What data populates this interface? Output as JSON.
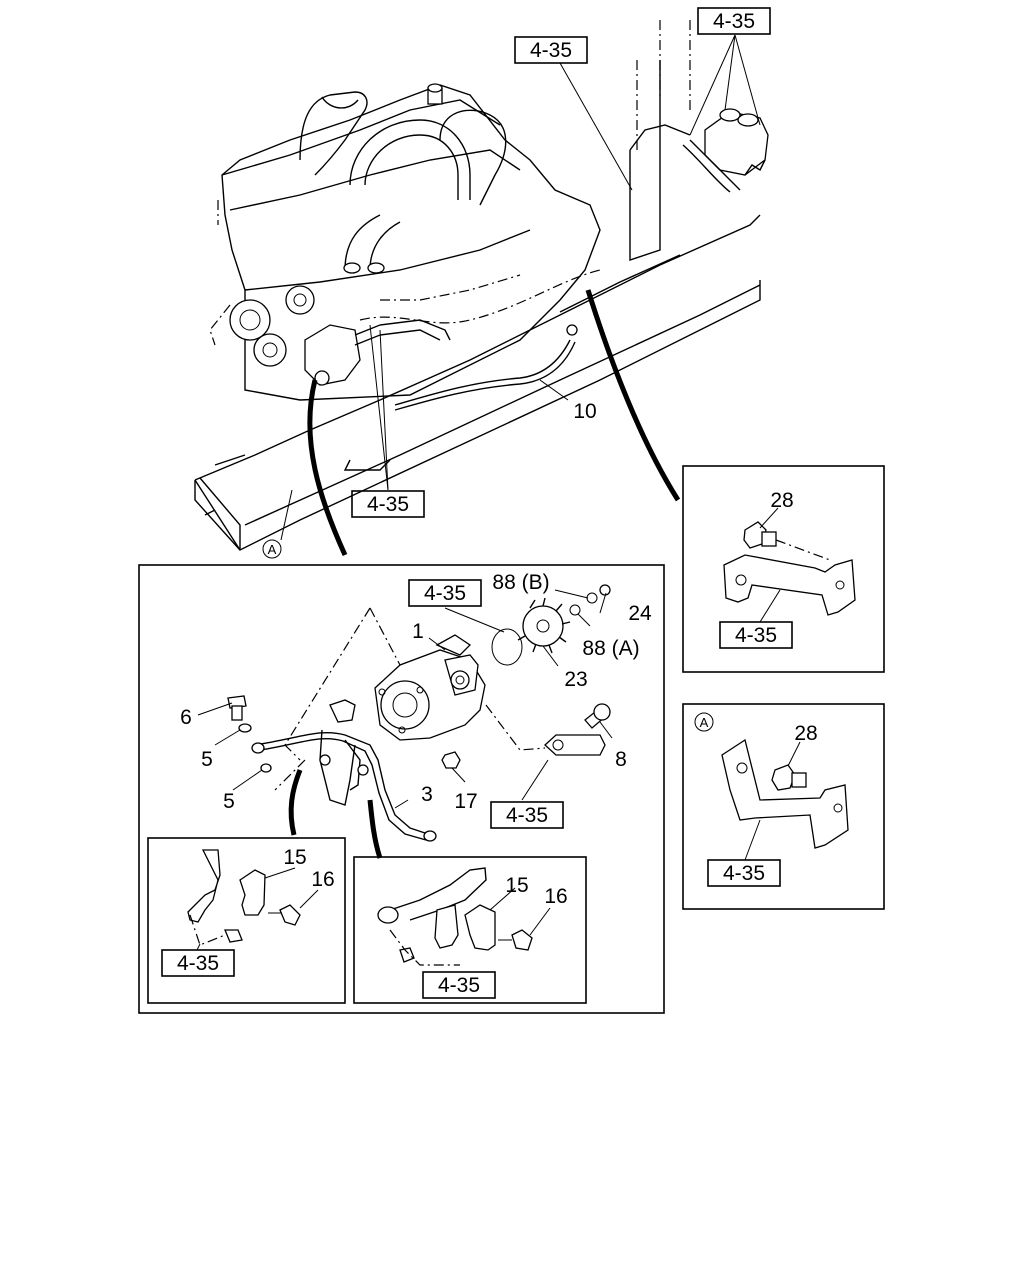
{
  "references": {
    "top_right": "4-35",
    "top_center": "4-35",
    "engine_center": "4-35",
    "pump_top": "4-35",
    "pump_bottom": "4-35",
    "inset_left": "4-35",
    "inset_middle": "4-35",
    "inset_right_top": "4-35",
    "inset_right_bottom": "4-35"
  },
  "callouts": {
    "hose": "10",
    "pump": "1",
    "pipe": "3",
    "bolt_6": "6",
    "washer_5a": "5",
    "washer_5b": "5",
    "nut_17": "17",
    "bolt_8": "8",
    "gear": "23",
    "nut_24": "24",
    "washer_88b": "88 (B)",
    "washer_88a": "88 (A)",
    "clip_15_left": "15",
    "bolt_16_left": "16",
    "clip_15_mid": "15",
    "bolt_16_mid": "16",
    "bolt_28_top": "28",
    "bolt_28_bottom": "28"
  },
  "markers": {
    "view_a_main": "A",
    "view_a_inset": "A"
  }
}
